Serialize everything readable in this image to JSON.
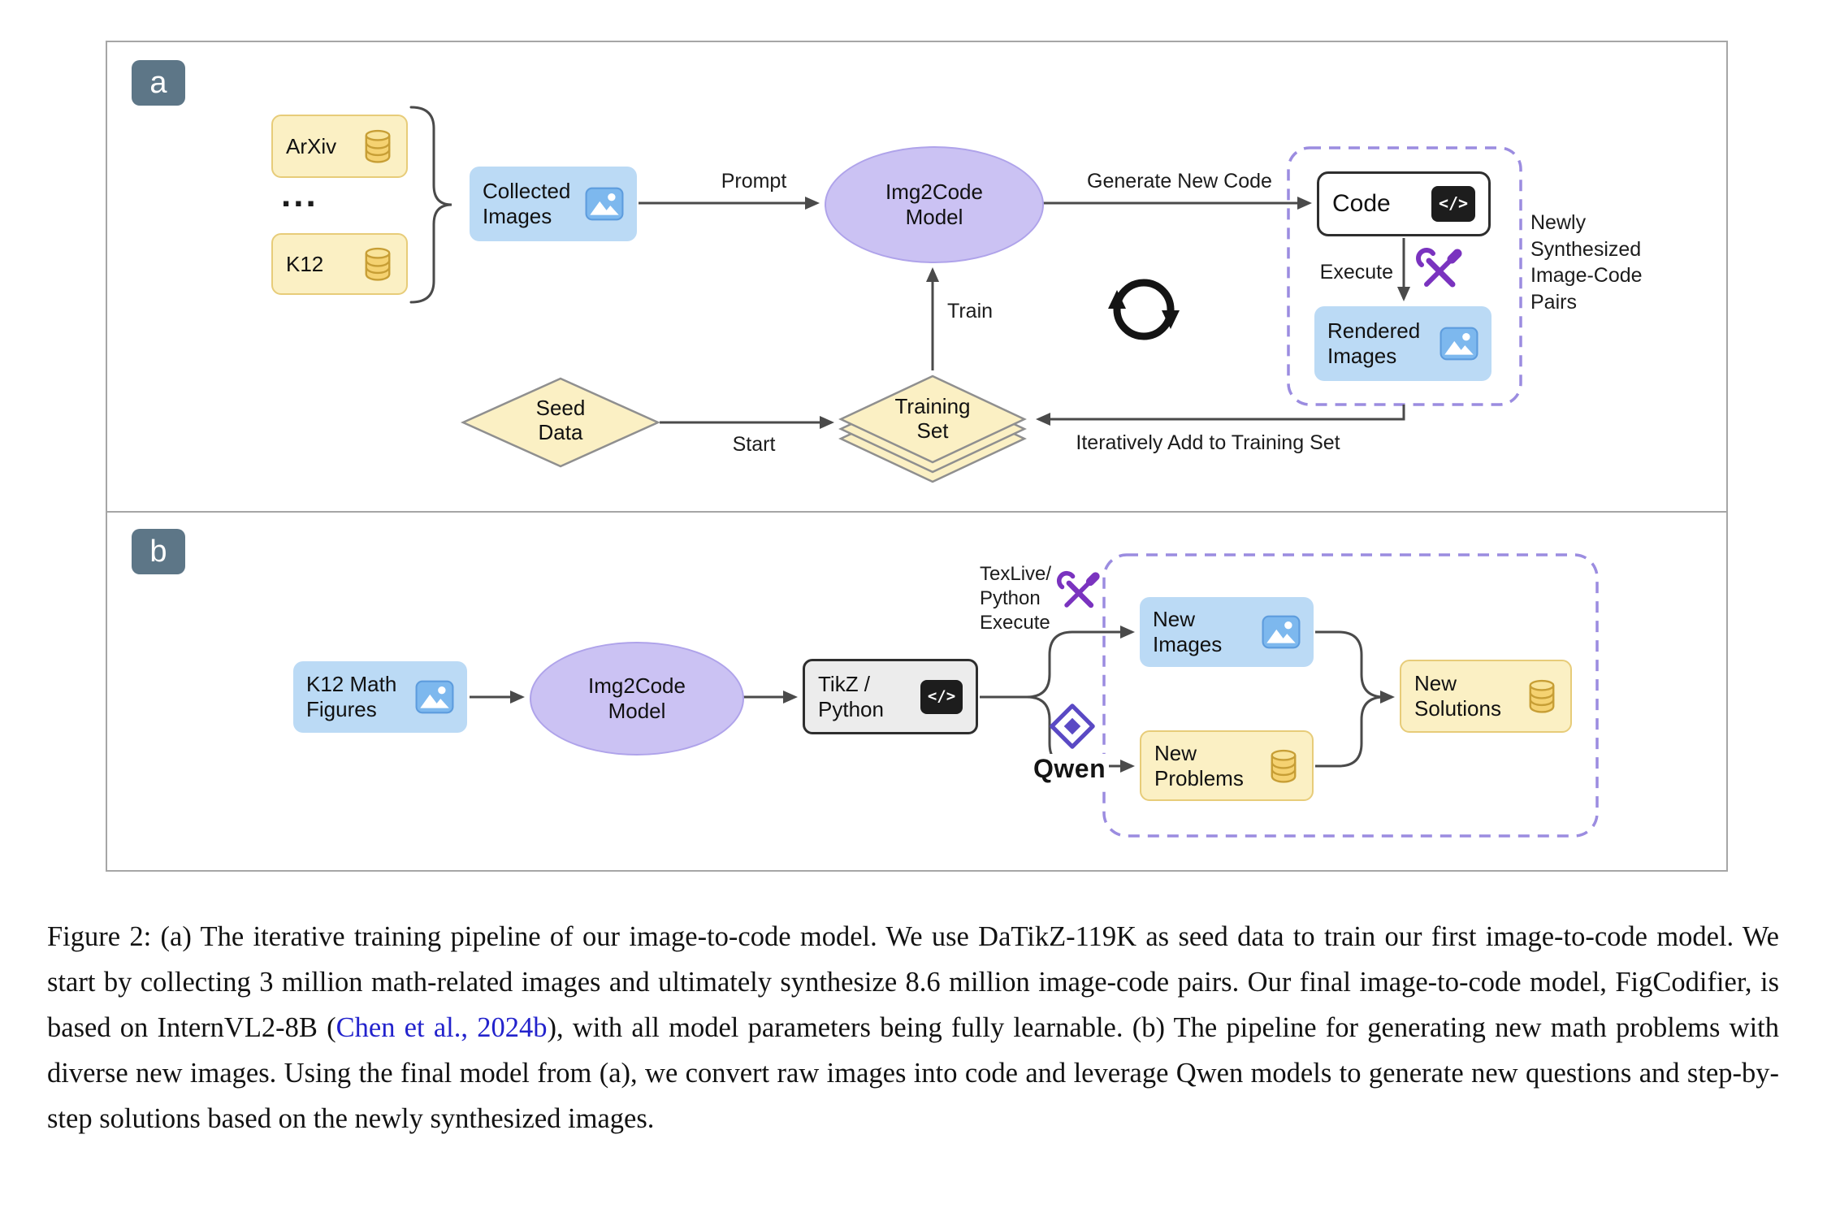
{
  "panel_a": {
    "badge": "a",
    "nodes": {
      "arxiv": "ArXiv",
      "dots": "...",
      "k12": "K12",
      "collected_images": "Collected Images",
      "img2code_model": "Img2Code Model",
      "code": "Code",
      "rendered_images": "Rendered Images",
      "seed_data": "Seed Data",
      "training_set": "Training Set"
    },
    "labels": {
      "prompt": "Prompt",
      "generate_new_code": "Generate New Code",
      "execute": "Execute",
      "train": "Train",
      "start": "Start",
      "iteratively_add": "Iteratively Add to Training Set",
      "newly_synthesized": "Newly Synthesized Image-Code Pairs"
    }
  },
  "panel_b": {
    "badge": "b",
    "nodes": {
      "k12_math_figures": "K12 Math Figures",
      "img2code_model": "Img2Code Model",
      "tikz_python": "TikZ / Python",
      "new_images": "New Images",
      "new_problems": "New Problems",
      "new_solutions": "New Solutions"
    },
    "labels": {
      "texlive_python_execute": "TexLive/ Python Execute",
      "qwen": "Qwen"
    }
  },
  "icons": {
    "code_glyph": "</>"
  },
  "caption": {
    "before": "Figure 2: (a) The iterative training pipeline of our image-to-code model. We use DaTikZ-119K as seed data to train our first image-to-code model. We start by collecting 3 million math-related images and ultimately synthesize 8.6 million image-code pairs. Our final image-to-code model, FigCodifier, is based on InternVL2-8B (",
    "link": "Chen et al., 2024b",
    "after": "), with all model parameters being fully learnable. (b) The pipeline for generating new math problems with diverse new images. Using the final model from (a), we convert raw images into code and leverage Qwen models to generate new questions and step-by-step solutions based on the newly synthesized images."
  }
}
